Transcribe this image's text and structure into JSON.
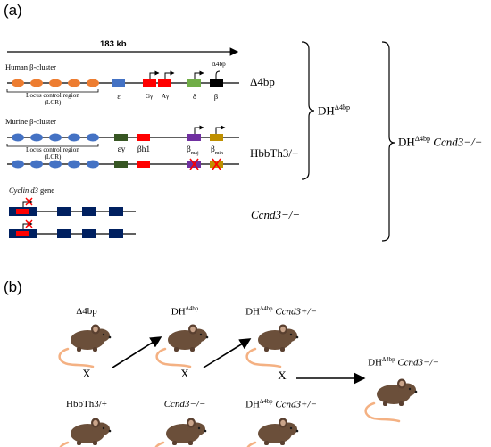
{
  "panel_a": {
    "label": "(a)",
    "scale": "183 kb",
    "human": {
      "title": "Human β-cluster",
      "lcr": "Locus control region",
      "lcr_abbr": "(LCR)",
      "genes": {
        "epsilon": "ε",
        "g_gamma": "Gγ",
        "a_gamma": "Aγ",
        "delta": "δ",
        "beta": "β",
        "deletion": "Δ4bp"
      }
    },
    "murine": {
      "title": "Murine β-cluster",
      "lcr": "Locus control region",
      "lcr_abbr": "(LCR)",
      "genes": {
        "ey": "εy",
        "bh1": "βh1",
        "bmaj_base": "β",
        "bmaj_sub": "maj",
        "bmin_base": "β",
        "bmin_sub": "min"
      }
    },
    "cyclin_italic": "Cyclin d3",
    "cyclin_rest": " gene",
    "genotypes": {
      "d4bp": "Δ4bp",
      "hbbth3": "HbbTh3/+",
      "ccnd3": "Ccnd3−/−",
      "dh_base": "DH",
      "dh_sup": "Δ4bp",
      "dh_full_base": "DH",
      "dh_full_sup": "Δ4bp",
      "dh_full_gene": "Ccnd3−/−"
    }
  },
  "panel_b": {
    "label": "(b)",
    "cross1_top": "Δ4bp",
    "cross1_bottom": "HbbTh3/+",
    "cross2_top_base": "DH",
    "cross2_top_sup": "Δ4bp",
    "cross2_bottom": "Ccnd3−/−",
    "cross3_top_base": "DH",
    "cross3_top_sup": "Δ4bp",
    "cross3_top_gene": "Ccnd3+/−",
    "cross3_bottom_base": "DH",
    "cross3_bottom_sup": "Δ4bp",
    "cross3_bottom_gene": "Ccnd3+/−",
    "result_base": "DH",
    "result_sup": "Δ4bp",
    "result_gene": "Ccnd3−/−",
    "cross_symbol": "X"
  },
  "colors": {
    "lcr_human": "#ed7d31",
    "lcr_murine": "#4472c4",
    "epsilon": "#4472c4",
    "gamma": "#ff0000",
    "delta": "#70ad47",
    "beta": "#000000",
    "ey": "#375623",
    "bh1": "#ff0000",
    "bmaj": "#7030a0",
    "bmin": "#bf9000",
    "cyclin_exon": "#002060",
    "cyclin_red": "#ff0000",
    "mouse_body": "#6b4f3a",
    "mouse_tail": "#f4b183"
  }
}
